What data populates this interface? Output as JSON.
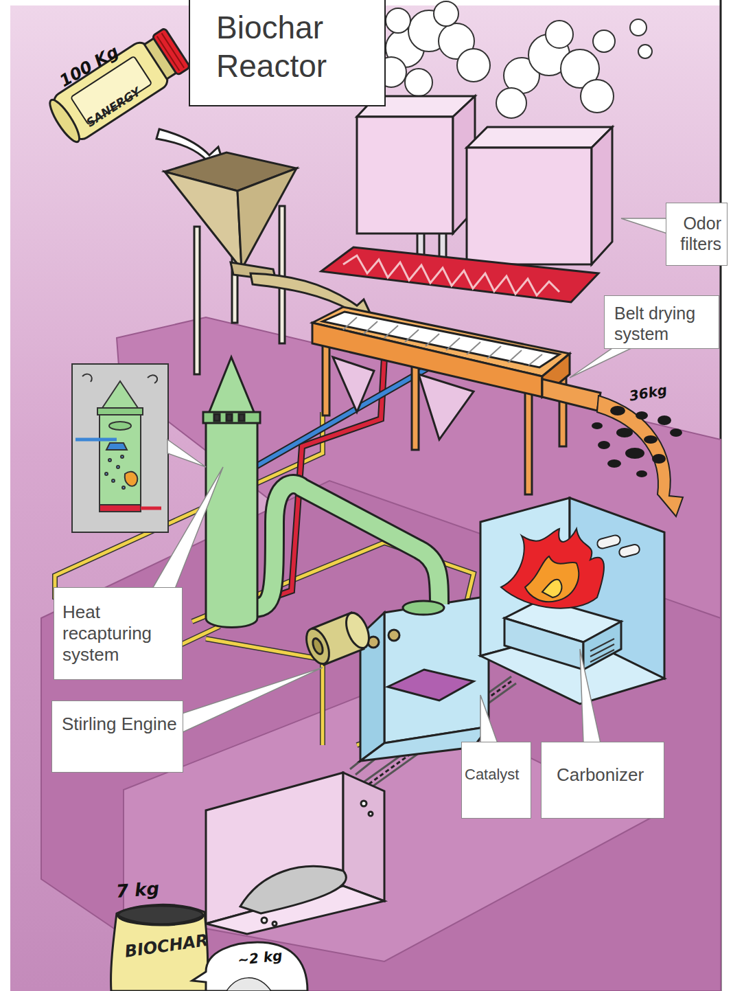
{
  "diagram": {
    "title": "Biochar Reactor",
    "nodes": [
      {
        "text": [
          "Odor filters"
        ]
      },
      {
        "text": [
          "Belt drying system"
        ]
      },
      {
        "text": [
          "Heat recapturing system"
        ]
      },
      {
        "text": [
          "Stirling Engine"
        ]
      },
      {
        "text": [
          "Catalyst"
        ]
      },
      {
        "text": [
          "Carbonizer"
        ]
      }
    ],
    "labels": [
      "100 Kg",
      "SANERGY",
      "36kg",
      "7 kg",
      "BIOCHAR",
      "~2 kg"
    ]
  }
}
